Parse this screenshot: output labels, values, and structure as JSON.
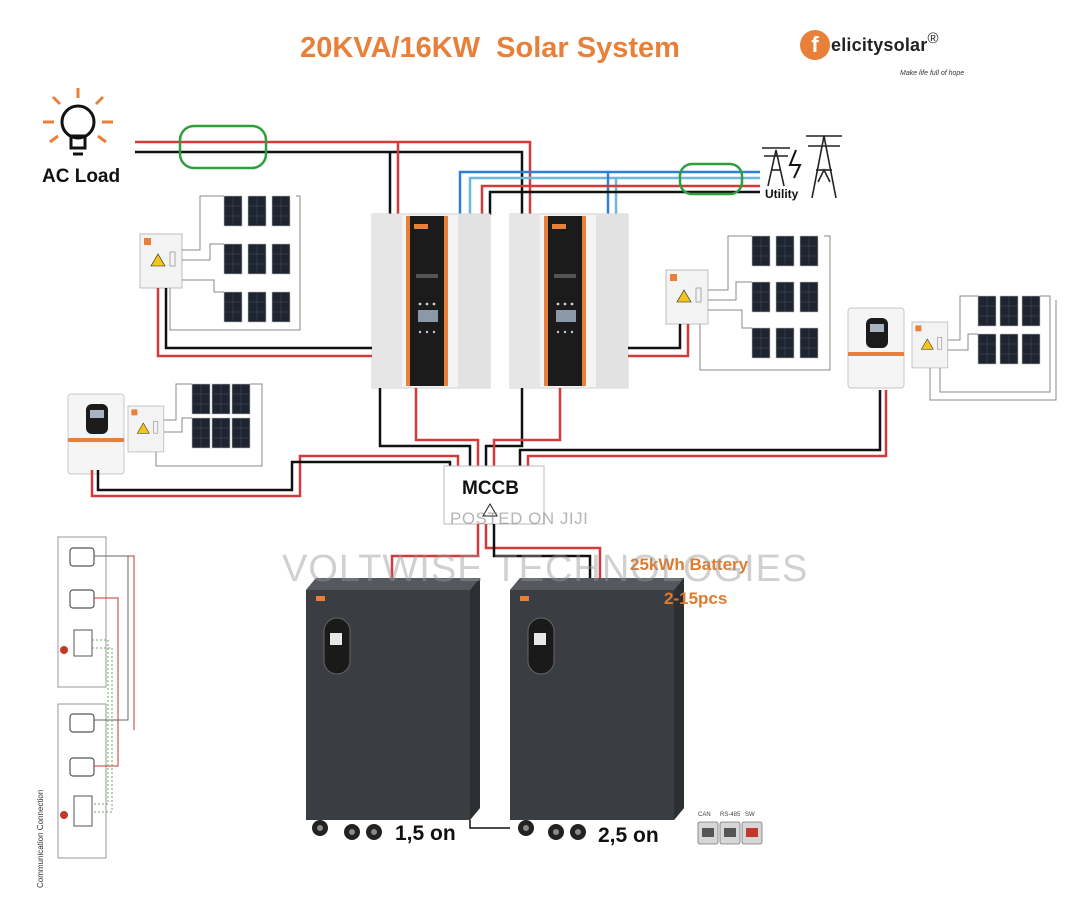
{
  "diagram": {
    "title": "20KVA/16KW  Solar System",
    "brand": {
      "initial": "f",
      "name": "elicitysolar",
      "mark": "®",
      "tagline": "Make life full of hope"
    },
    "labels": {
      "ac_load": "AC Load",
      "utility": "Utility",
      "breaker": "MCCB",
      "battery_capacity": "25kWh Battery",
      "battery_count": "2-15pcs",
      "battery_1": "1,5 on",
      "battery_2": "2,5 on",
      "comm_panel": "Communication Connection"
    },
    "watermarks": {
      "posted": "POSTED ON JIJI",
      "company": "VOLTWISE TECHNOLOGIES"
    },
    "comm_ports": [
      "CAN",
      "RS-485",
      "SW"
    ],
    "colors": {
      "title": "#e8803a",
      "positive_wire": "#d43a3a",
      "negative_wire": "#111111",
      "neutral_wire": "#2f7fd6",
      "earth_wire": "#6fb8d9",
      "bus_bar": "#2e9e3e",
      "accent": "#e8803a",
      "battery_body": "#3a3d42"
    },
    "icons": [
      "bulb-icon",
      "pylon-icon",
      "warning-icon",
      "solar-panel-icon",
      "inverter-icon",
      "battery-icon"
    ]
  }
}
